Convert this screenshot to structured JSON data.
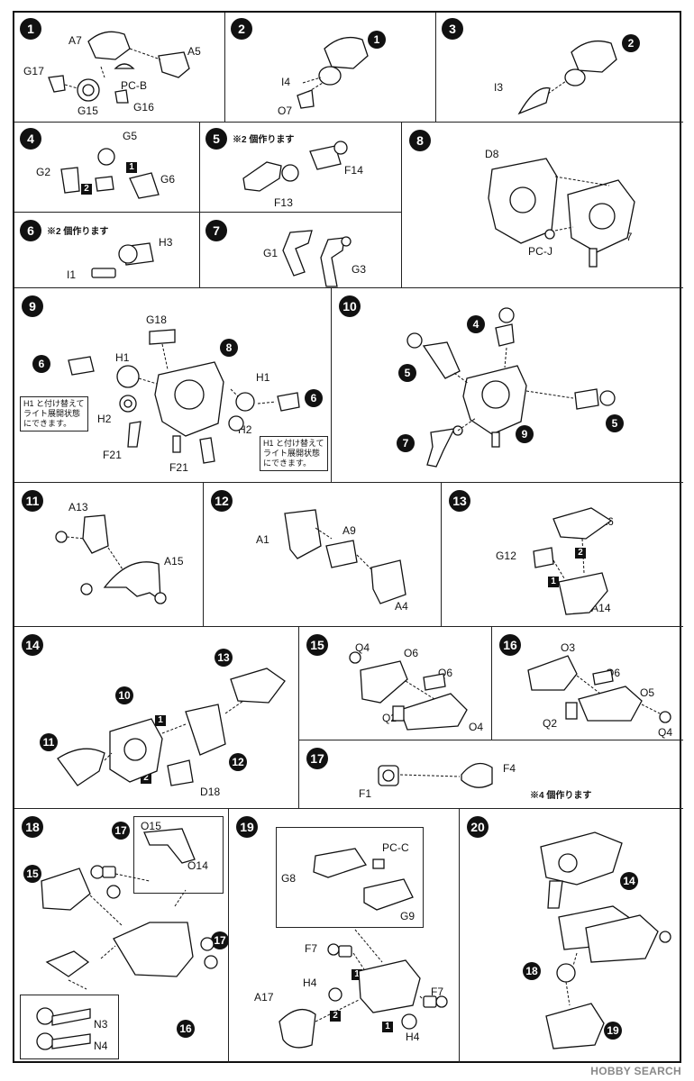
{
  "steps": {
    "s1": {
      "num": "1",
      "parts": [
        "A7",
        "A5",
        "G17",
        "PC-B",
        "G15",
        "G16"
      ]
    },
    "s2": {
      "num": "2",
      "ref": "1",
      "parts": [
        "I4",
        "O7"
      ]
    },
    "s3": {
      "num": "3",
      "ref": "2",
      "parts": [
        "I3"
      ]
    },
    "s4": {
      "num": "4",
      "parts": [
        "G5",
        "G2",
        "G6"
      ],
      "order": [
        "1",
        "2"
      ]
    },
    "s5": {
      "num": "5",
      "note": "※2 個作ります",
      "parts": [
        "F14",
        "F13"
      ]
    },
    "s6": {
      "num": "6",
      "note": "※2 個作ります",
      "parts": [
        "H3",
        "I1"
      ]
    },
    "s7": {
      "num": "7",
      "parts": [
        "G1",
        "G3"
      ]
    },
    "s8": {
      "num": "8",
      "parts": [
        "D8",
        "PC-J",
        "D7"
      ]
    },
    "s9": {
      "num": "9",
      "refs": [
        "6",
        "8",
        "6"
      ],
      "parts": [
        "G18",
        "H1",
        "H1",
        "H2",
        "H2",
        "F21",
        "F21"
      ],
      "callout1": [
        "H1 と付け替えて",
        "ライト展開状態",
        "にできます。"
      ],
      "callout2": [
        "H1 と付け替えて",
        "ライト展開状態",
        "にできます。"
      ]
    },
    "s10": {
      "num": "10",
      "refs": [
        "4",
        "5",
        "5",
        "7",
        "9"
      ]
    },
    "s11": {
      "num": "11",
      "parts": [
        "A13",
        "A15"
      ]
    },
    "s12": {
      "num": "12",
      "parts": [
        "A1",
        "A9",
        "A4"
      ]
    },
    "s13": {
      "num": "13",
      "parts": [
        "A6",
        "G12",
        "A14"
      ],
      "order": [
        "2",
        "1"
      ]
    },
    "s14": {
      "num": "14",
      "refs": [
        "13",
        "10",
        "11",
        "12"
      ],
      "parts": [
        "D18"
      ],
      "order": [
        "1",
        "2"
      ]
    },
    "s15": {
      "num": "15",
      "parts": [
        "Q4",
        "O6",
        "Q6",
        "Q2",
        "O4"
      ]
    },
    "s16": {
      "num": "16",
      "parts": [
        "O3",
        "Q6",
        "O5",
        "Q2",
        "Q4"
      ]
    },
    "s17": {
      "num": "17",
      "parts": [
        "F4",
        "F1"
      ],
      "note": "※4 個作ります"
    },
    "s18": {
      "num": "18",
      "refs": [
        "17",
        "15",
        "17",
        "16"
      ],
      "parts": [
        "O15",
        "O14",
        "N3",
        "N4"
      ]
    },
    "s19": {
      "num": "19",
      "parts": [
        "PC-C",
        "G8",
        "G9",
        "F7",
        "H4",
        "A17",
        "F7",
        "H4"
      ],
      "order": [
        "1",
        "2",
        "1"
      ]
    },
    "s20": {
      "num": "20",
      "refs": [
        "14",
        "18",
        "19"
      ]
    }
  },
  "watermark": "HOBBY SEARCH"
}
